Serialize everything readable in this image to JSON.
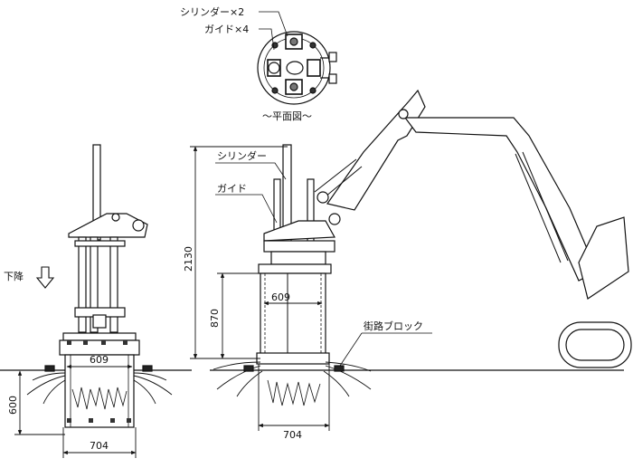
{
  "plan_view": {
    "cylinder_label": "シリンダー×2",
    "guide_label": "ガイド×4",
    "caption": "～平面図～"
  },
  "left_view": {
    "direction_label": "下降",
    "inner_diameter": "609",
    "outer_diameter": "704",
    "depth": "600"
  },
  "right_view": {
    "cylinder_label": "シリンダー",
    "guide_label": "ガイド",
    "block_label": "街路ブロック",
    "total_height": "2130",
    "body_height": "870",
    "inner_diameter": "609",
    "outer_diameter": "704"
  }
}
